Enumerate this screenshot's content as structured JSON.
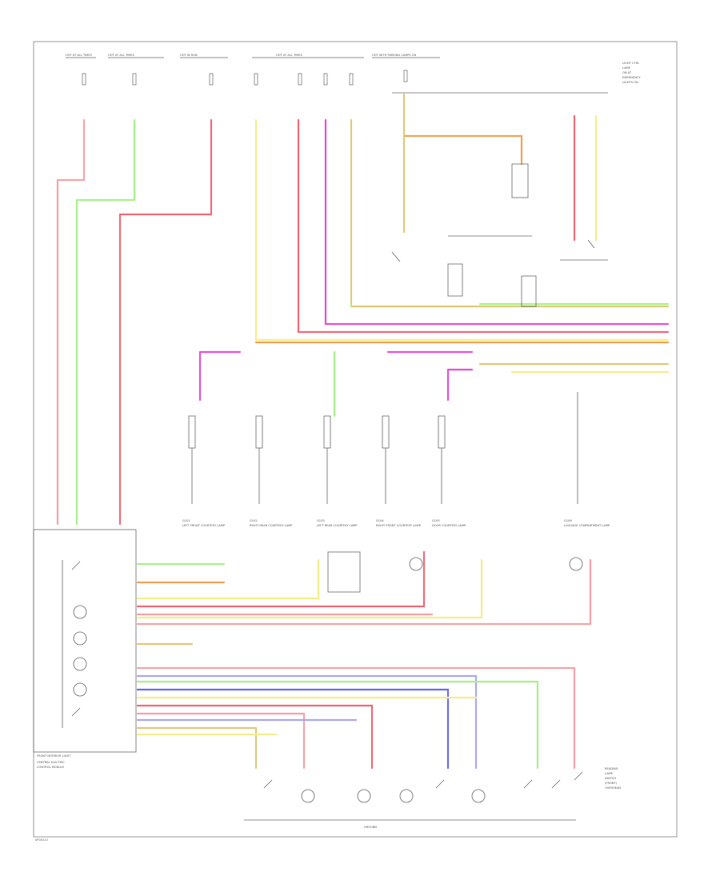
{
  "colors": {
    "pink": "#f4a3a8",
    "red": "#ef6b78",
    "magenta": "#e84fd6",
    "light_green": "#a9f08d",
    "green": "#3fbf3f",
    "yellow": "#f3ee8a",
    "tan": "#e0c97a",
    "orange": "#f2a25a",
    "blue": "#6b6bef",
    "light_blue": "#a8a8f5",
    "black": "#555555"
  },
  "icons": [
    "fuse-icon",
    "bulb-icon",
    "switch-icon",
    "ground-icon",
    "connector-icon"
  ],
  "labels": {
    "fuse_sources": [
      "HOT AT ALL TIMES",
      "HOT AT ALL TIMES",
      "HOT IN RUN",
      "HOT AT ALL TIMES",
      "HOT WITH PARKING LAMPS ON"
    ],
    "right_header": [
      "LIGHT CTRL",
      "LAMP",
      "ON AT",
      "EMERGENCY",
      "LIGHTS ON"
    ],
    "control_unit": "FRONT INTERIOR LIGHT",
    "control_unit_sub": [
      "CENTRAL ELECTRIC",
      "CONTROL MODULE"
    ],
    "courtesy_lamps": [
      "LEFT FRONT COURTESY LAMP",
      "RIGHT REAR COURTESY LAMP",
      "LEFT REAR COURTESY LAMP",
      "RIGHT FRONT COURTESY LAMP",
      "DOOR COURTESY LAMP",
      "LUGGAGE COMPARTMENT LAMP"
    ],
    "grounds": [
      "G101",
      "G102",
      "G103",
      "G104",
      "G105",
      "G106"
    ],
    "bottom_right": [
      "READING",
      "LAMP",
      "SWITCH",
      "(FRONT)",
      "OVERHEAD"
    ],
    "bottom_ground": "GROUND",
    "page_id": "SP00123"
  }
}
